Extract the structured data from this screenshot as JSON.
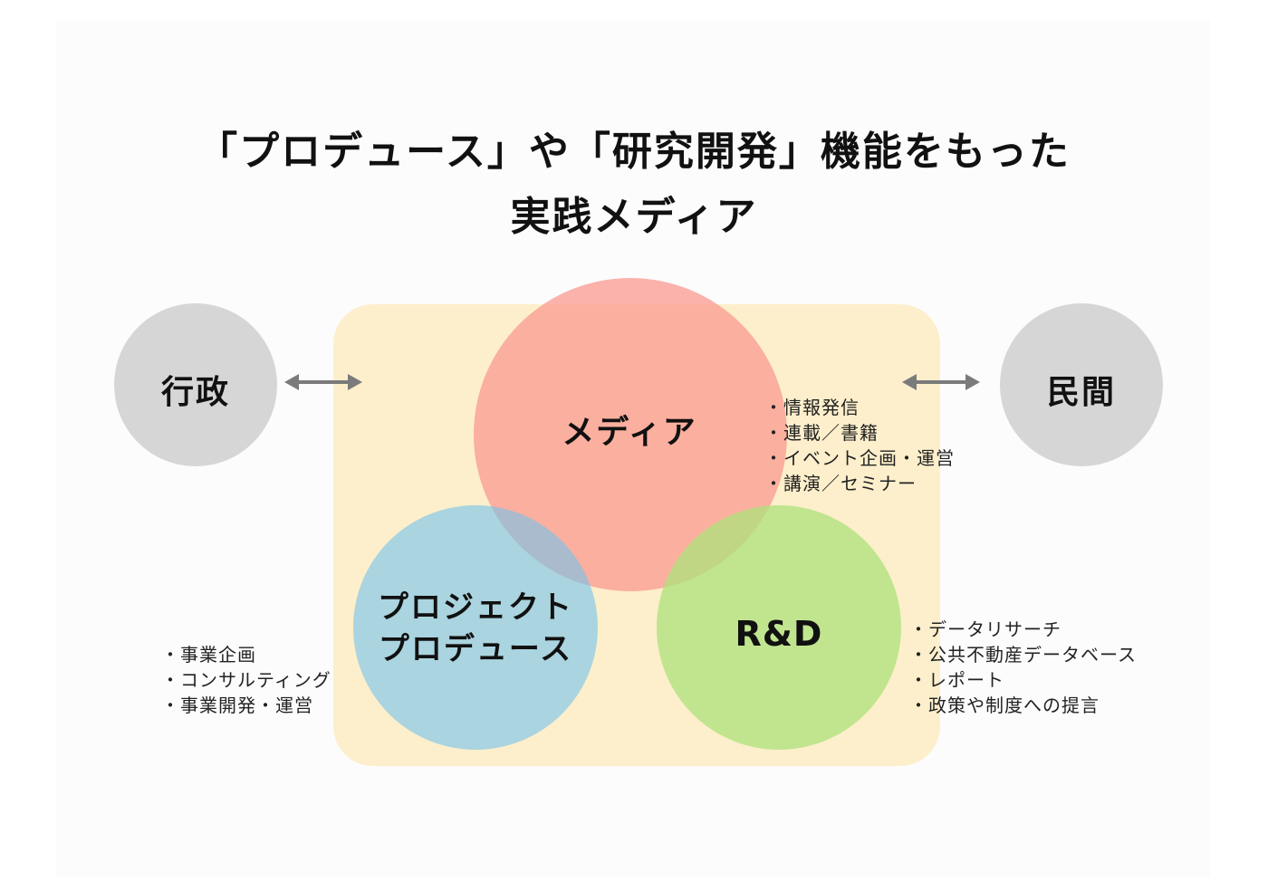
{
  "title": {
    "line1": "「プロデュース」や「研究開発」機能をもった",
    "line2": "実践メディア"
  },
  "circles": {
    "media": "メディア",
    "project_line1": "プロジェクト",
    "project_line2": "プロデュース",
    "rd": "R&D",
    "government": "行政",
    "private": "民間"
  },
  "bullets": {
    "media": [
      "・情報発信",
      "・連載／書籍",
      "・イベント企画・運営",
      "・講演／セミナー"
    ],
    "project": [
      "・事業企画",
      "・コンサルティング",
      "・事業開発・運営"
    ],
    "rd": [
      "・データリサーチ",
      "・公共不動産データベース",
      "・レポート",
      "・政策や制度への提言"
    ]
  },
  "icons": {
    "left_arrow": "double-headed-arrow-icon",
    "right_arrow": "double-headed-arrow-icon"
  },
  "colors": {
    "panel": "#fdefcb",
    "media": "#f8a597",
    "project": "#9fd3ec",
    "rd": "#c3e79e",
    "stakeholder": "#d6d6d6",
    "arrow": "#7b7b7b"
  }
}
